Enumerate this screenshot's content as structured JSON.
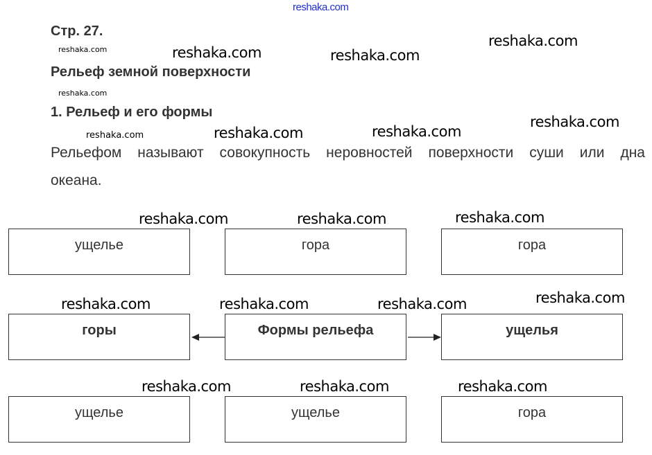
{
  "header": {
    "page": "Стр. 27.",
    "title": "Рельеф земной поверхности",
    "section": "1. Рельеф и его формы"
  },
  "paragraph": {
    "line1": "Рельефом называют совокупность неровностей поверхности суши или дна",
    "line2": "океана."
  },
  "diagram": {
    "row1": [
      "ущелье",
      "гора",
      "гора"
    ],
    "row2": [
      "горы",
      "Формы рельефа",
      "ущелья"
    ],
    "row3": [
      "ущелье",
      "ущелье",
      "гора"
    ]
  },
  "watermark": "reshaka.com"
}
